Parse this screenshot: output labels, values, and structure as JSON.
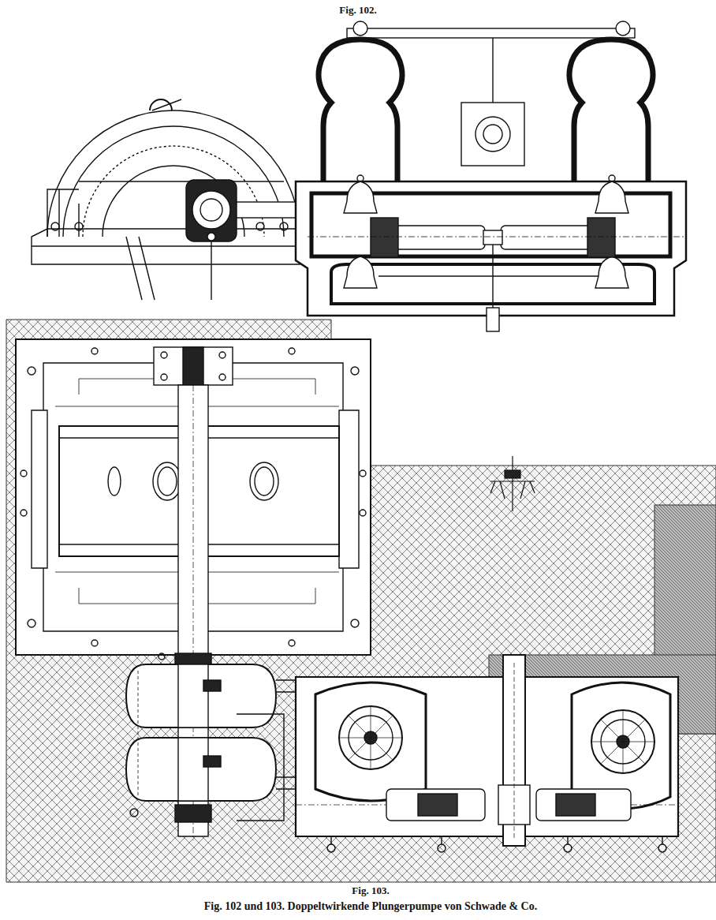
{
  "diagram": {
    "caption": "Fig. 102 und 103. Doppeltwirkende Plungerpumpe von Schwade & Co.",
    "labels": [
      "Fig. 102.",
      "Fig. 103."
    ]
  }
}
